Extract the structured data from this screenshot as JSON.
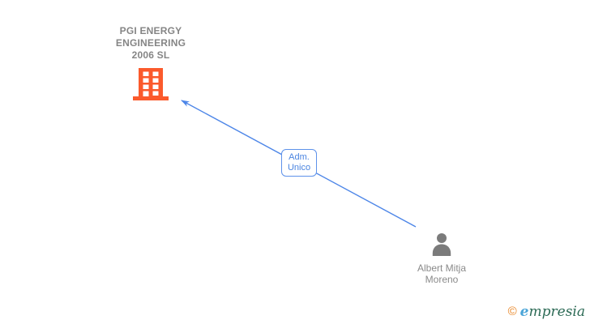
{
  "colors": {
    "edge_blue": "#4D86E8",
    "label_border_blue": "#5E92EA",
    "label_text_blue": "#4A84E0",
    "company_text_gray": "#858585",
    "person_text_gray": "#8A8A8A",
    "person_icon_gray": "#7B7B7B",
    "building_orange": "#FB5A2C",
    "brand_copyright_orange": "#E8821E",
    "brand_initial_blue": "#4BA5D8",
    "brand_text_green": "#2C6A55",
    "background": "#FFFFFF"
  },
  "diagram": {
    "company": {
      "name": "PGI ENERGY ENGINEERING 2006 SL",
      "name_lines": [
        "PGI ENERGY",
        "ENGINEERING",
        "2006 SL"
      ],
      "icon": "building-icon"
    },
    "relationship": {
      "label": "Adm. Unico",
      "label_lines": [
        "Adm.",
        "Unico"
      ],
      "direction": "person-to-company",
      "connector": "blue-arrow"
    },
    "person": {
      "name": "Albert Mitja Moreno",
      "name_lines": [
        "Albert Mitja",
        "Moreno"
      ],
      "icon": "person-icon"
    }
  },
  "footer": {
    "copyright_symbol": "©",
    "brand_initial": "e",
    "brand_rest": "mpresia"
  }
}
